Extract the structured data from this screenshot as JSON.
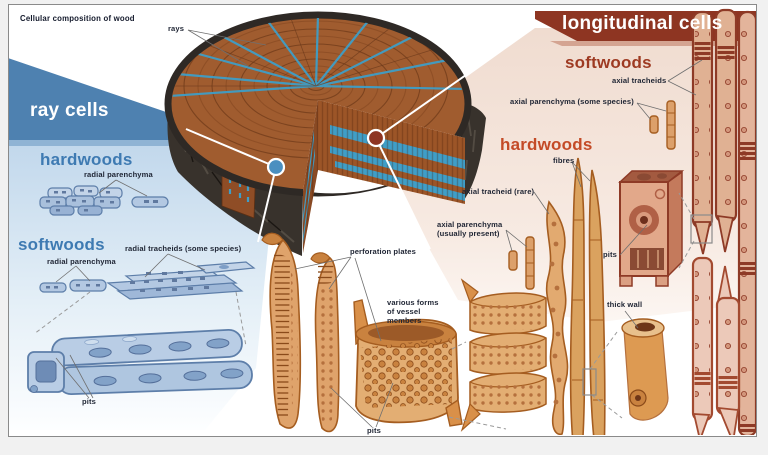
{
  "title": "Cellular composition of wood",
  "log": {
    "rays_label": "rays"
  },
  "ray_cells": {
    "banner_label": "ray cells",
    "hardwoods_heading": "hardwoods",
    "hardwoods_radial_parenchyma": "radial parenchyma",
    "softwoods_heading": "softwoods",
    "softwoods_radial_tracheids": "radial tracheids (some species)",
    "softwoods_radial_parenchyma": "radial parenchyma",
    "pits_label": "pits"
  },
  "longitudinal_cells": {
    "banner_label": "longitudinal cells",
    "softwoods_heading": "softwoods",
    "softwoods_axial_tracheids": "axial tracheids",
    "softwoods_axial_parenchyma": "axial parenchyma (some species)",
    "hardwoods_heading": "hardwoods",
    "hardwoods_fibres": "fibres",
    "hardwoods_axial_tracheid_rare": "axial tracheid (rare)",
    "hardwoods_axial_parenchyma": "axial parenchyma (usually present)",
    "hardwoods_pits_label": "pits",
    "hardwoods_thick_wall_label": "thick wall",
    "vessels_perforation_plates": "perforation plates",
    "vessels_various_forms": "various forms of vessel members",
    "vessels_pits_label": "pits"
  },
  "colors": {
    "ray_banner_blue": "#4e81b0",
    "ray_heading_blue": "#3e7ab2",
    "ray_band_blue": "#3f9ec7",
    "ray_cell_blue": "#aec4e0",
    "longitudinal_banner_red": "#8e3522",
    "softwood_heading_red": "#9e3a22",
    "hardwood_heading_orange": "#c44b27",
    "vessel_cell_orange": "#dfa36b",
    "tracheid_red": "#a34a30",
    "wood_brown": "#9c5a2e",
    "label_text": "#1e2433"
  }
}
